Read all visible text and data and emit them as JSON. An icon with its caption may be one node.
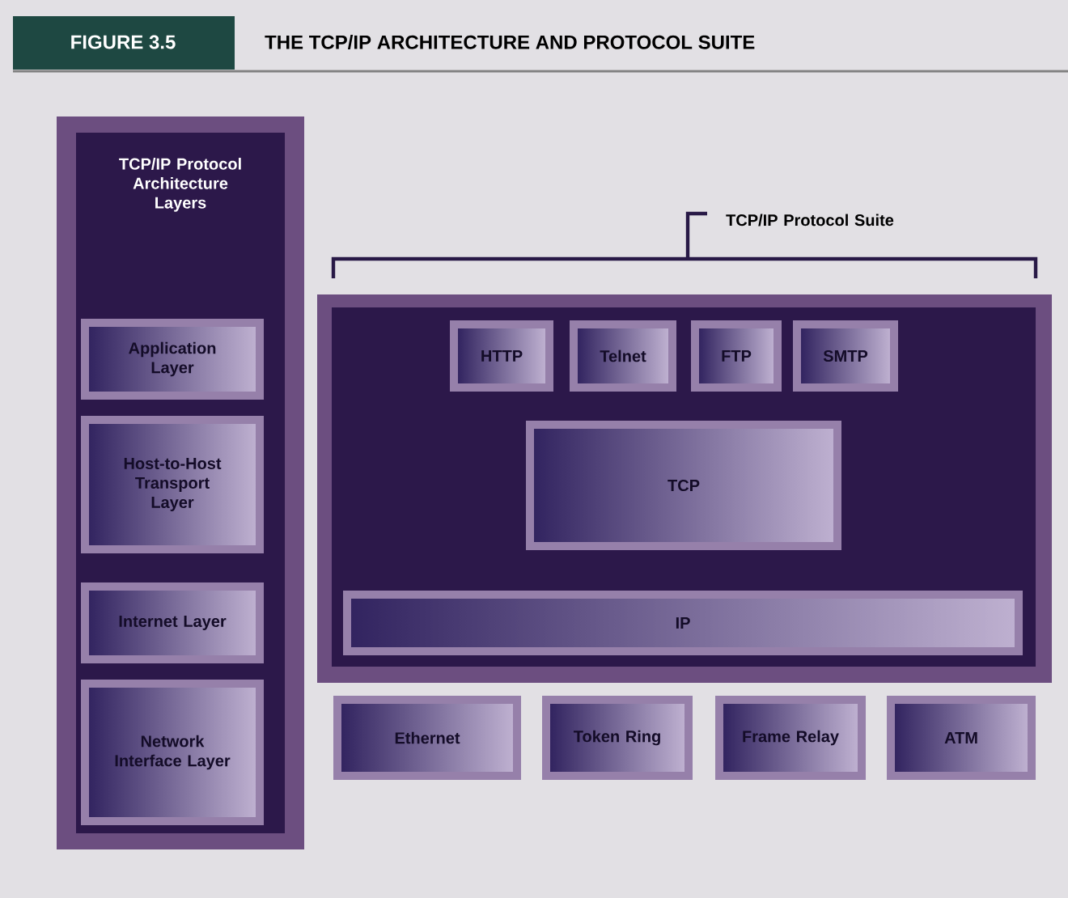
{
  "diagram": {
    "title": "THE TCP/IP ARCHITECTURE AND PROTOCOL SUITE",
    "nodes": [
      {
        "text": [
          "TCP/IP Protocol Architecture Layers"
        ]
      },
      {
        "text": [
          "Application Layer"
        ],
        "in": 0
      },
      {
        "text": [
          "Host-to-Host Transport Layer"
        ],
        "in": 0
      },
      {
        "text": [
          "Internet Layer"
        ],
        "in": 0
      },
      {
        "text": [
          "Network Interface Layer"
        ],
        "in": 0
      },
      {
        "text": [
          "TCP/IP Protocol Suite"
        ]
      },
      {
        "text": [
          "HTTP"
        ],
        "in": 5
      },
      {
        "text": [
          "Telnet"
        ],
        "in": 5
      },
      {
        "text": [
          "FTP"
        ],
        "in": 5
      },
      {
        "text": [
          "SMTP"
        ],
        "in": 5
      },
      {
        "text": [
          "TCP"
        ],
        "in": 5
      },
      {
        "text": [
          "IP"
        ],
        "in": 5
      },
      {
        "text": [
          "Ethernet"
        ]
      },
      {
        "text": [
          "Token Ring"
        ]
      },
      {
        "text": [
          "Frame Relay"
        ]
      },
      {
        "text": [
          "ATM"
        ]
      }
    ],
    "edges": [],
    "labels": [
      "FIGURE 3.5"
    ]
  }
}
